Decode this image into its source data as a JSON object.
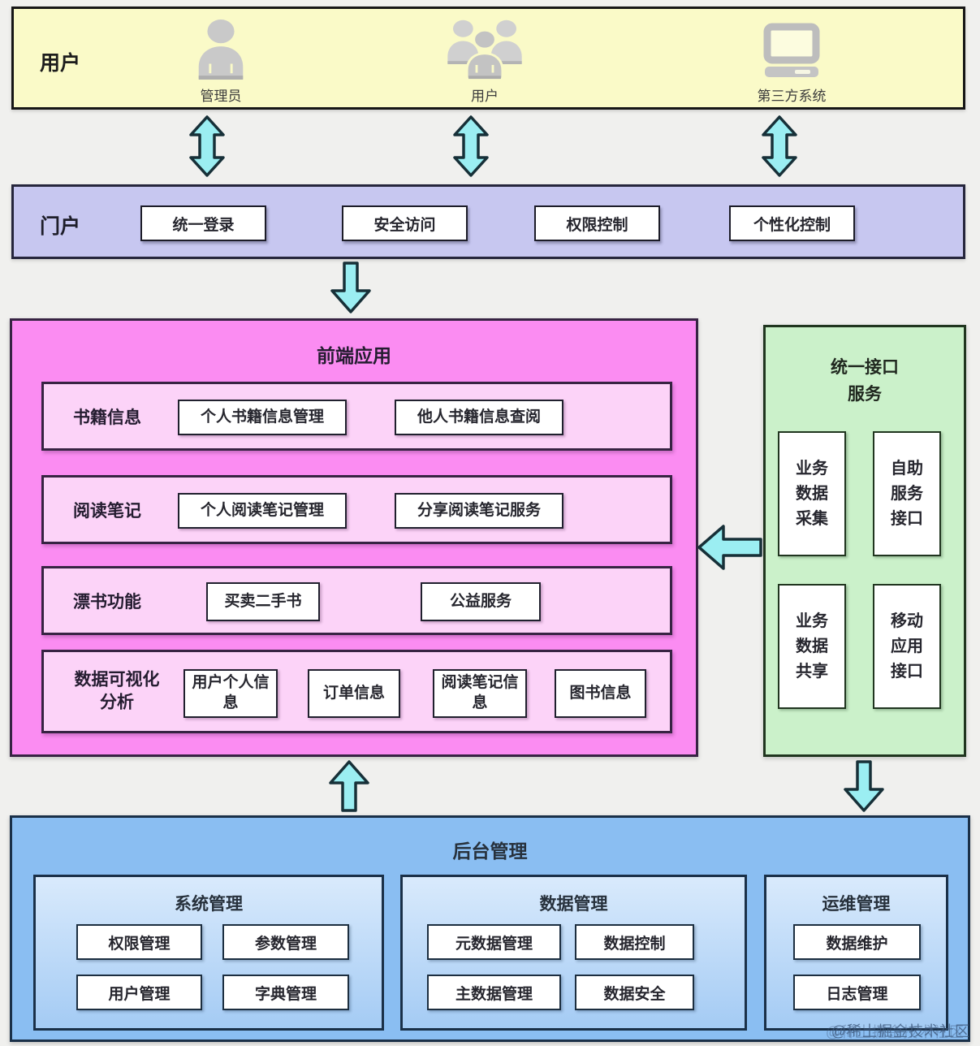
{
  "users_band": {
    "label": "用户",
    "actors": [
      {
        "label": "管理员"
      },
      {
        "label": "用户"
      },
      {
        "label": "第三方系统"
      }
    ]
  },
  "portal": {
    "label": "门户",
    "items": [
      {
        "label": "统一登录"
      },
      {
        "label": "安全访问"
      },
      {
        "label": "权限控制"
      },
      {
        "label": "个性化控制"
      }
    ]
  },
  "frontend": {
    "title": "前端应用",
    "rows": [
      {
        "label": "书籍信息",
        "items": [
          {
            "label": "个人书籍信息管理"
          },
          {
            "label": "他人书籍信息查阅"
          }
        ]
      },
      {
        "label": "阅读笔记",
        "items": [
          {
            "label": "个人阅读笔记管理"
          },
          {
            "label": "分享阅读笔记服务"
          }
        ]
      },
      {
        "label": "漂书功能",
        "items": [
          {
            "label": "买卖二手书"
          },
          {
            "label": "公益服务"
          }
        ]
      },
      {
        "label": "数据可视化分析",
        "items": [
          {
            "label": "用户个人信息"
          },
          {
            "label": "订单信息"
          },
          {
            "label": "阅读笔记信息"
          },
          {
            "label": "图书信息"
          }
        ]
      }
    ]
  },
  "interface_service": {
    "title": "统一接口\n服务",
    "items": [
      {
        "label": "业务数据采集"
      },
      {
        "label": "自助服务接口"
      },
      {
        "label": "业务数据共享"
      },
      {
        "label": "移动应用接口"
      }
    ]
  },
  "backend": {
    "title": "后台管理",
    "groups": [
      {
        "title": "系统管理",
        "items": [
          {
            "label": "权限管理"
          },
          {
            "label": "参数管理"
          },
          {
            "label": "用户管理"
          },
          {
            "label": "字典管理"
          }
        ]
      },
      {
        "title": "数据管理",
        "items": [
          {
            "label": "元数据管理"
          },
          {
            "label": "数据控制"
          },
          {
            "label": "主数据管理"
          },
          {
            "label": "数据安全"
          }
        ]
      },
      {
        "title": "运维管理",
        "items": [
          {
            "label": "数据维护"
          },
          {
            "label": "日志管理"
          }
        ]
      }
    ]
  },
  "watermark": "@稀土掘金技术社区",
  "colors": {
    "background": "#f0f0ee",
    "users_band_bg": "#fafac8",
    "portal_bg": "#c7c7f0",
    "frontend_bg": "#fb8cf2",
    "frontend_row_bg": "#fcd3f8",
    "interface_bg": "#cbf1ca",
    "backend_bg": "#8abef2",
    "arrow_fill": "#9beef2",
    "arrow_stroke": "#173038",
    "box_bg": "#ffffff"
  }
}
